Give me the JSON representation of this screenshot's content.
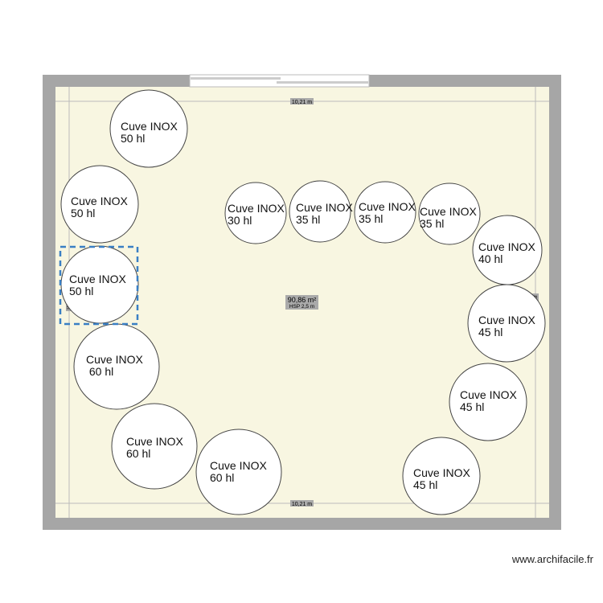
{
  "plan": {
    "dimension_width": "10,21 m",
    "dimension_height": "8,9 m",
    "area": "90,86 m²",
    "hsp": "HSP 2,5 m",
    "colors": {
      "wall": "#a6a6a6",
      "floor": "#f8f6e1",
      "selection": "#3a7fc4"
    }
  },
  "tanks": [
    {
      "name": "Cuve INOX",
      "capacity": "50 hl"
    },
    {
      "name": "Cuve INOX",
      "capacity": "50 hl"
    },
    {
      "name": "Cuve INOX",
      "capacity": "50 hl",
      "selected": true
    },
    {
      "name": "Cuve INOX",
      "capacity": " 60 hl"
    },
    {
      "name": "Cuve INOX",
      "capacity": "60 hl"
    },
    {
      "name": "Cuve INOX",
      "capacity": "60 hl"
    },
    {
      "name": "Cuve INOX",
      "capacity": "30 hl"
    },
    {
      "name": "Cuve INOX",
      "capacity": "35 hl"
    },
    {
      "name": "Cuve INOX",
      "capacity": "35 hl"
    },
    {
      "name": "Cuve INOX",
      "capacity": "35 hl"
    },
    {
      "name": "Cuve INOX",
      "capacity": "40 hl"
    },
    {
      "name": "Cuve INOX",
      "capacity": "45 hl"
    },
    {
      "name": "Cuve INOX",
      "capacity": "45 hl"
    },
    {
      "name": "Cuve INOX",
      "capacity": "45 hl"
    }
  ],
  "footer": {
    "credit": "www.archifacile.fr"
  }
}
